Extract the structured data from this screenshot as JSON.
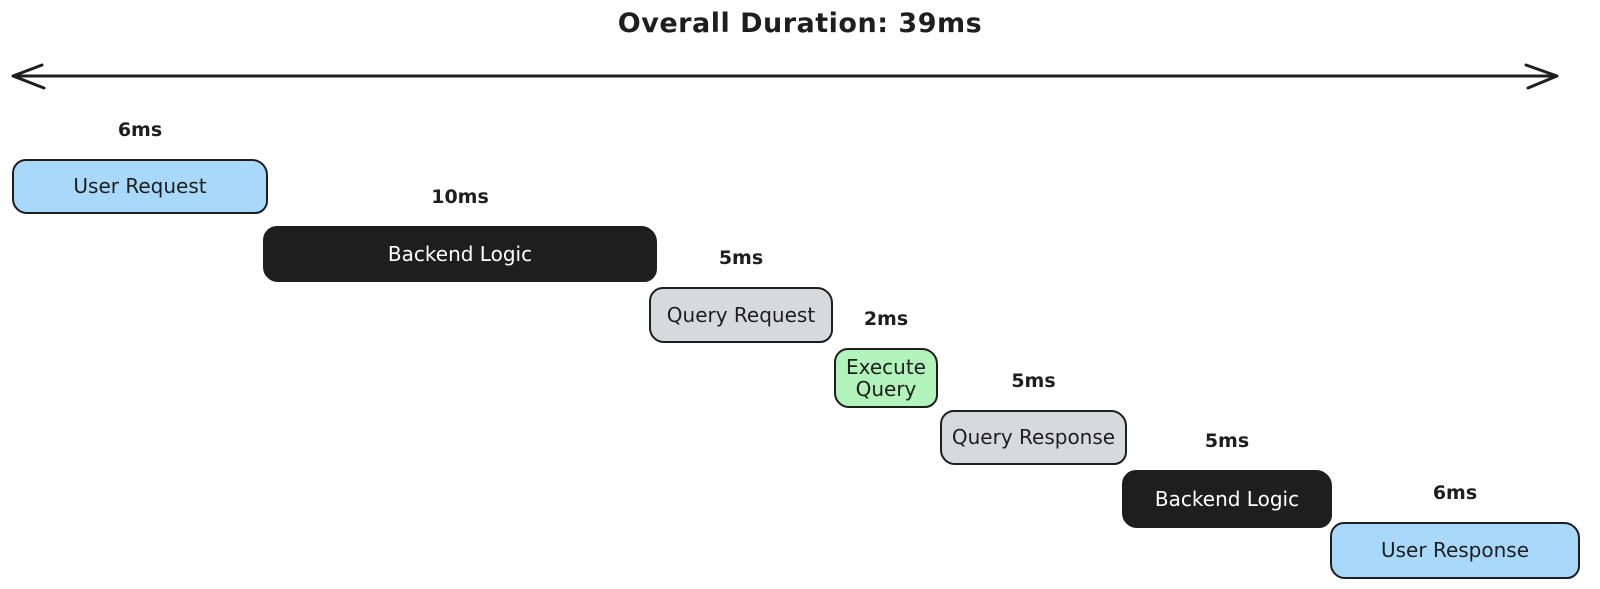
{
  "title": "Overall Duration: 39ms",
  "colors": {
    "blue": "#a9d9fa",
    "black": "#1e1e1e",
    "gray": "#d7dadd",
    "green": "#b2f2bb",
    "stroke": "#1e1e1e",
    "light_text": "#ffffff",
    "background": "#ffffff"
  },
  "segments": [
    {
      "label": "User Request",
      "duration": "6ms",
      "fill": "blue",
      "text": "dark"
    },
    {
      "label": "Backend Logic",
      "duration": "10ms",
      "fill": "black",
      "text": "light"
    },
    {
      "label": "Query Request",
      "duration": "5ms",
      "fill": "gray",
      "text": "dark"
    },
    {
      "label": "Execute Query",
      "duration": "2ms",
      "fill": "green",
      "text": "dark"
    },
    {
      "label": "Query Response",
      "duration": "5ms",
      "fill": "gray",
      "text": "dark"
    },
    {
      "label": "Backend Logic",
      "duration": "5ms",
      "fill": "black",
      "text": "light"
    },
    {
      "label": "User Response",
      "duration": "6ms",
      "fill": "blue",
      "text": "dark"
    }
  ],
  "chart_data": {
    "type": "bar",
    "title": "Overall Duration: 39ms",
    "categories": [
      "User Request",
      "Backend Logic",
      "Query Request",
      "Execute Query",
      "Query Response",
      "Backend Logic",
      "User Response"
    ],
    "values": [
      6,
      10,
      5,
      2,
      5,
      5,
      6
    ],
    "unit": "ms",
    "total": 39,
    "layout": "waterfall-cascade, sequential left-to-right, top-to-bottom"
  }
}
